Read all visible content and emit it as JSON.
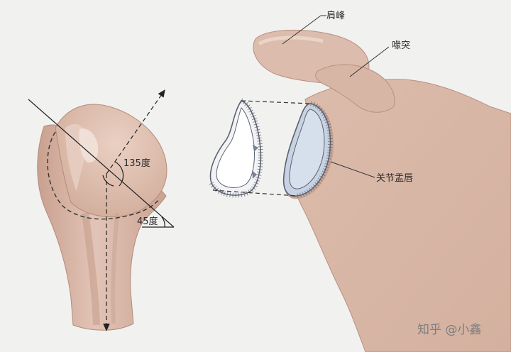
{
  "labels": {
    "acromion": "肩峰",
    "coracoid": "喙突",
    "glenoid_labrum": "关节盂唇",
    "angle_135": "135度",
    "angle_45": "45度"
  },
  "watermark": "知乎 @小鑫",
  "colors": {
    "background": "#f1f1f0",
    "bone": "#d9b7a6",
    "bone_shadow": "#c49886",
    "glenoid": "#c7d2e2",
    "labrum_stroke": "#5c6270"
  }
}
